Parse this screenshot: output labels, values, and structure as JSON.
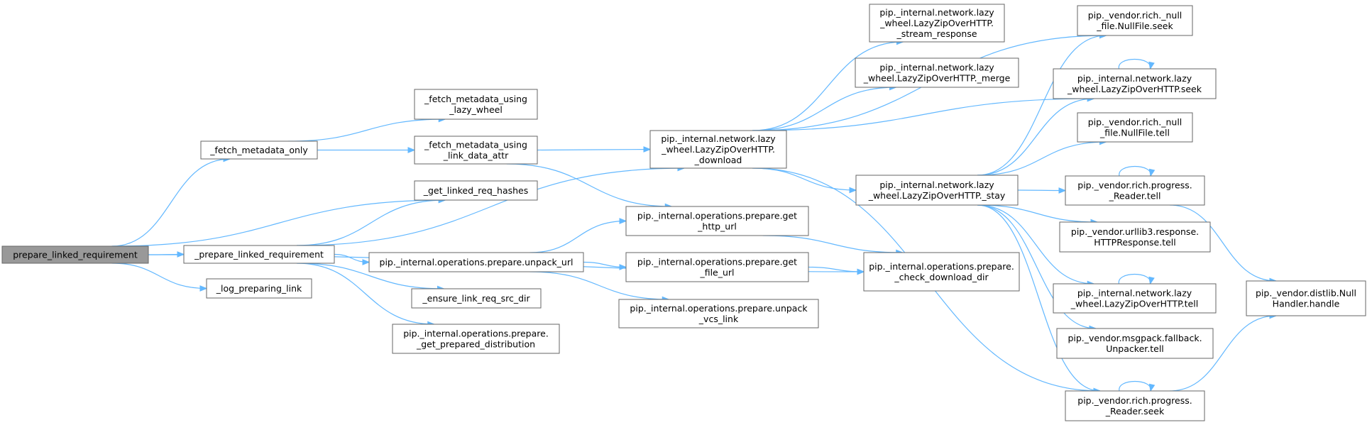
{
  "colors": {
    "edge": "#63b8ff",
    "node_fill": "#ffffff",
    "node_border": "#666666",
    "root_fill": "#999999",
    "text": "#000000"
  },
  "graph": {
    "nodes": [
      {
        "id": "prepare_linked_requirement",
        "lines": [
          "prepare_linked_requirement"
        ],
        "root": true
      },
      {
        "id": "fetch_metadata_only",
        "lines": [
          "_fetch_metadata_only"
        ]
      },
      {
        "id": "fetch_metadata_using_lazy_wheel",
        "lines": [
          "_fetch_metadata_using",
          "_lazy_wheel"
        ]
      },
      {
        "id": "fetch_metadata_using_link_data_attr",
        "lines": [
          "_fetch_metadata_using",
          "_link_data_attr"
        ]
      },
      {
        "id": "get_linked_req_hashes",
        "lines": [
          "_get_linked_req_hashes"
        ]
      },
      {
        "id": "prepare_linked_requirement_private",
        "lines": [
          "_prepare_linked_requirement"
        ]
      },
      {
        "id": "log_preparing_link",
        "lines": [
          "_log_preparing_link"
        ]
      },
      {
        "id": "prepare_unpack_url",
        "lines": [
          "pip._internal.operations.prepare.unpack_url"
        ]
      },
      {
        "id": "ensure_link_req_src_dir",
        "lines": [
          "_ensure_link_req_src_dir"
        ]
      },
      {
        "id": "get_prepared_distribution",
        "lines": [
          "pip._internal.operations.prepare.",
          "_get_prepared_distribution"
        ]
      },
      {
        "id": "lazy_download",
        "lines": [
          "pip._internal.network.lazy",
          "_wheel.LazyZipOverHTTP.",
          "_download"
        ]
      },
      {
        "id": "prepare_get_http_url",
        "lines": [
          "pip._internal.operations.prepare.get",
          "_http_url"
        ]
      },
      {
        "id": "prepare_get_file_url",
        "lines": [
          "pip._internal.operations.prepare.get",
          "_file_url"
        ]
      },
      {
        "id": "prepare_unpack_vcs_link",
        "lines": [
          "pip._internal.operations.prepare.unpack",
          "_vcs_link"
        ]
      },
      {
        "id": "lazy_stream_response",
        "lines": [
          "pip._internal.network.lazy",
          "_wheel.LazyZipOverHTTP.",
          "_stream_response"
        ]
      },
      {
        "id": "lazy_merge",
        "lines": [
          "pip._internal.network.lazy",
          "_wheel.LazyZipOverHTTP._merge"
        ]
      },
      {
        "id": "lazy_stay",
        "lines": [
          "pip._internal.network.lazy",
          "_wheel.LazyZipOverHTTP._stay"
        ]
      },
      {
        "id": "check_download_dir",
        "lines": [
          "pip._internal.operations.prepare.",
          "_check_download_dir"
        ]
      },
      {
        "id": "null_file_seek",
        "lines": [
          "pip._vendor.rich._null",
          "_file.NullFile.seek"
        ]
      },
      {
        "id": "lazy_seek",
        "lines": [
          "pip._internal.network.lazy",
          "_wheel.LazyZipOverHTTP.seek"
        ]
      },
      {
        "id": "null_file_tell",
        "lines": [
          "pip._vendor.rich._null",
          "_file.NullFile.tell"
        ]
      },
      {
        "id": "progress_reader_tell",
        "lines": [
          "pip._vendor.rich.progress.",
          "_Reader.tell"
        ]
      },
      {
        "id": "urllib3_response_tell",
        "lines": [
          "pip._vendor.urllib3.response.",
          "HTTPResponse.tell"
        ]
      },
      {
        "id": "lazy_tell",
        "lines": [
          "pip._internal.network.lazy",
          "_wheel.LazyZipOverHTTP.tell"
        ]
      },
      {
        "id": "msgpack_unpacker_tell",
        "lines": [
          "pip._vendor.msgpack.fallback.",
          "Unpacker.tell"
        ]
      },
      {
        "id": "progress_reader_seek",
        "lines": [
          "pip._vendor.rich.progress.",
          "_Reader.seek"
        ]
      },
      {
        "id": "null_handler_handle",
        "lines": [
          "pip._vendor.distlib.Null",
          "Handler.handle"
        ]
      }
    ],
    "edges": [
      [
        "prepare_linked_requirement",
        "fetch_metadata_only"
      ],
      [
        "prepare_linked_requirement",
        "get_linked_req_hashes"
      ],
      [
        "prepare_linked_requirement",
        "prepare_linked_requirement_private"
      ],
      [
        "prepare_linked_requirement",
        "log_preparing_link"
      ],
      [
        "prepare_linked_requirement",
        "check_download_dir"
      ],
      [
        "fetch_metadata_only",
        "fetch_metadata_using_lazy_wheel"
      ],
      [
        "fetch_metadata_only",
        "fetch_metadata_using_link_data_attr"
      ],
      [
        "fetch_metadata_using_link_data_attr",
        "lazy_download"
      ],
      [
        "fetch_metadata_using_link_data_attr",
        "prepare_get_http_url"
      ],
      [
        "prepare_linked_requirement_private",
        "get_linked_req_hashes"
      ],
      [
        "prepare_linked_requirement_private",
        "lazy_download"
      ],
      [
        "prepare_linked_requirement_private",
        "prepare_unpack_url"
      ],
      [
        "prepare_linked_requirement_private",
        "ensure_link_req_src_dir"
      ],
      [
        "prepare_linked_requirement_private",
        "get_prepared_distribution"
      ],
      [
        "prepare_unpack_url",
        "prepare_get_http_url"
      ],
      [
        "prepare_unpack_url",
        "prepare_get_file_url"
      ],
      [
        "prepare_unpack_url",
        "prepare_unpack_vcs_link"
      ],
      [
        "prepare_get_http_url",
        "check_download_dir"
      ],
      [
        "prepare_get_file_url",
        "check_download_dir"
      ],
      [
        "lazy_download",
        "lazy_stream_response"
      ],
      [
        "lazy_download",
        "lazy_merge"
      ],
      [
        "lazy_download",
        "null_file_seek"
      ],
      [
        "lazy_download",
        "lazy_seek"
      ],
      [
        "lazy_download",
        "lazy_stay"
      ],
      [
        "lazy_download",
        "progress_reader_seek"
      ],
      [
        "lazy_stay",
        "null_file_seek"
      ],
      [
        "lazy_stay",
        "lazy_seek"
      ],
      [
        "lazy_stay",
        "null_file_tell"
      ],
      [
        "lazy_stay",
        "progress_reader_tell"
      ],
      [
        "lazy_stay",
        "urllib3_response_tell"
      ],
      [
        "lazy_stay",
        "lazy_tell"
      ],
      [
        "lazy_stay",
        "msgpack_unpacker_tell"
      ],
      [
        "lazy_stay",
        "progress_reader_seek"
      ],
      [
        "lazy_seek",
        "lazy_seek"
      ],
      [
        "progress_reader_tell",
        "progress_reader_tell"
      ],
      [
        "progress_reader_tell",
        "null_handler_handle"
      ],
      [
        "lazy_tell",
        "lazy_tell"
      ],
      [
        "progress_reader_seek",
        "progress_reader_seek"
      ],
      [
        "progress_reader_seek",
        "null_handler_handle"
      ]
    ]
  }
}
